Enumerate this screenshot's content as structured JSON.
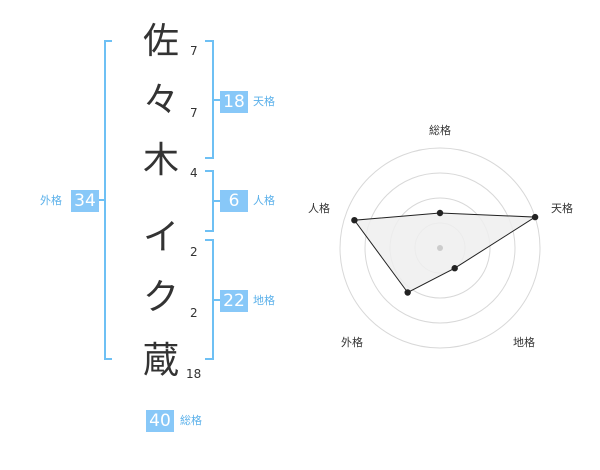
{
  "name_chars": [
    {
      "char": "佐",
      "strokes": "7"
    },
    {
      "char": "々",
      "strokes": "7"
    },
    {
      "char": "木",
      "strokes": "4"
    },
    {
      "char": "イ",
      "strokes": "2"
    },
    {
      "char": "ク",
      "strokes": "2"
    },
    {
      "char": "蔵",
      "strokes": "18"
    }
  ],
  "kaku": {
    "tenkaku": {
      "value": "18",
      "label": "天格"
    },
    "jinkaku": {
      "value": "6",
      "label": "人格"
    },
    "chikaku": {
      "value": "22",
      "label": "地格"
    },
    "gaikaku": {
      "value": "34",
      "label": "外格"
    },
    "soukaku": {
      "value": "40",
      "label": "総格"
    }
  },
  "colors": {
    "accent": "#88c8f8",
    "bracket": "#6ec0f4",
    "label": "#5ab0ea",
    "text": "#333333"
  },
  "chart_data": {
    "type": "radar",
    "axes": [
      "総格",
      "天格",
      "地格",
      "外格",
      "人格"
    ],
    "values": [
      0.35,
      1.0,
      0.25,
      0.55,
      0.9
    ],
    "max": 1.0,
    "rings": 4
  }
}
